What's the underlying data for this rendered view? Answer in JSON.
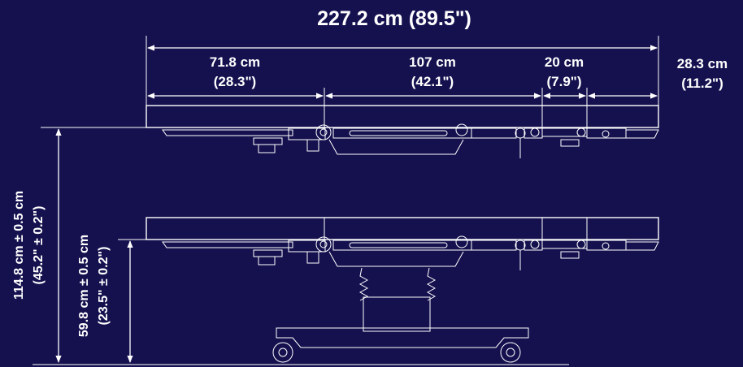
{
  "dimensions": {
    "overall_length": "227.2 cm (89.5\")",
    "segment_1_cm": "71.8 cm",
    "segment_1_in": "(28.3\")",
    "segment_2_cm": "107 cm",
    "segment_2_in": "(42.1\")",
    "segment_3_cm": "20 cm",
    "segment_3_in": "(7.9\")",
    "foot_section_cm": "28.3 cm",
    "foot_section_in": "(11.2\")",
    "max_height": "114.8 cm  ±  0.5 cm",
    "max_height_in": "(45.2\" ± 0.2\")",
    "min_height": "59.8 cm ± 0.5 cm",
    "min_height_in": "(23.5\" ± 0.2\")"
  },
  "colors": {
    "background": "#15114f",
    "line": "#ffffff"
  }
}
